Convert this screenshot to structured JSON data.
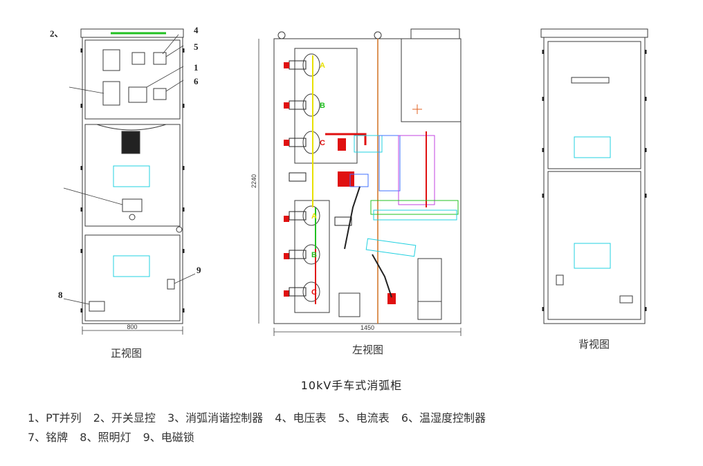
{
  "views": {
    "front": {
      "caption": "正视图",
      "width_dim": "800",
      "callouts": [
        "2、",
        "4",
        "5",
        "1",
        "6",
        "9",
        "8"
      ]
    },
    "side": {
      "caption": "左视图",
      "width_dim": "1450",
      "height_dim": "2240",
      "phases": [
        "A",
        "B",
        "C",
        "A",
        "B",
        "C"
      ]
    },
    "back": {
      "caption": "背视图"
    }
  },
  "title": "10kV手车式消弧柜",
  "legend": {
    "line1": [
      "1、PT并列",
      "2、开关显控",
      "3、消弧消谐控制器",
      "4、电压表",
      "5、电流表",
      "6、温湿度控制器"
    ],
    "line2": [
      "7、铭牌",
      "8、照明灯",
      "9、电磁锁"
    ]
  },
  "colors": {
    "outline": "#3a3a3a",
    "window": "#20d0e0",
    "phase_a": "#e8e000",
    "phase_b": "#20c020",
    "phase_c": "#e01010",
    "busbar_blue": "#4070ff",
    "busbar_purple": "#c040e0",
    "orange_line": "#d07020"
  }
}
